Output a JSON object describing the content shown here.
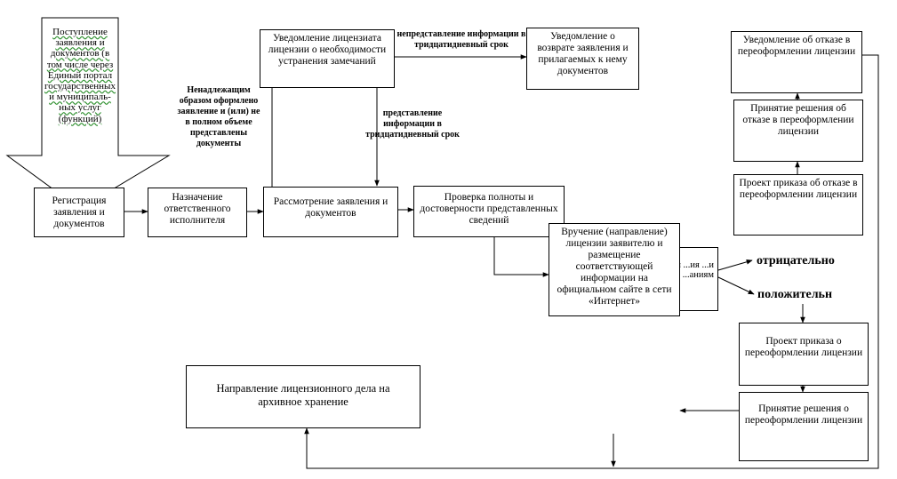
{
  "diagram": {
    "intake": {
      "text": "Поступление заявления и документов (в том числе через Единый портал государственных и муниципаль-ных услуг (функций)"
    },
    "boxes": {
      "registration": "Регистрация заявления и документов",
      "assign": "Назначение ответственного исполнителя",
      "review": "Рассмотрение заявления и документов",
      "notify_fix": "Уведомление лицензиата лицензии о необходимости устранения замечаний",
      "notify_return": "Уведомление о возврате заявления и прилагаемых к нему документов",
      "check": "Проверка полноты и достоверности представленных сведений",
      "hidden_back": "...ная ...ия ...и ...аниям",
      "issue": "Вручение (направление) лицензии заявителю и размещение соответствующей информации на официальном сайте в сети «Интернет»",
      "refusal_notice": "Уведомление об отказе в переоформлении лицензии",
      "refusal_decision": "Принятие решения об отказе в переоформлении лицензии",
      "refusal_order": "Проект приказа об отказе в переоформлении лицензии",
      "order": "Проект приказа о переоформлении лицензии",
      "decision": "Принятие решения о переоформлении лицензии",
      "archive": "Направление лицензионного дела на архивное хранение"
    },
    "labels": {
      "improper": "Ненадлежащим образом оформлено заявление и (или) не в полном объеме представлены документы",
      "not_provided": "непредставление информации в тридцатидневный срок",
      "provided": "представление информации в тридцатидневный срок",
      "negative": "отрицательно",
      "positive": "положительн"
    }
  }
}
